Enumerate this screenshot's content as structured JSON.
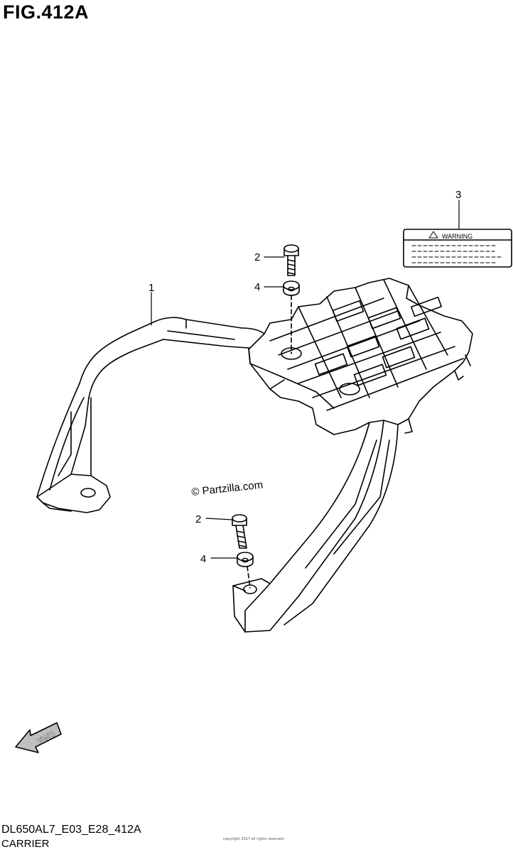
{
  "figure": {
    "title": "FIG.412A",
    "code": "DL650AL7_E03_E28_412A",
    "name": "CARRIER",
    "watermark": "© Partzilla.com",
    "fineprint": "copyright 2017 all rights reserved"
  },
  "callouts": [
    {
      "id": "c1",
      "number": "1"
    },
    {
      "id": "c2a",
      "number": "2"
    },
    {
      "id": "c4a",
      "number": "4"
    },
    {
      "id": "c3",
      "number": "3"
    },
    {
      "id": "c2b",
      "number": "2"
    },
    {
      "id": "c4b",
      "number": "4"
    }
  ],
  "warning_label": {
    "text": "WARNING"
  },
  "fwd_arrow": {
    "text": "FWD"
  }
}
